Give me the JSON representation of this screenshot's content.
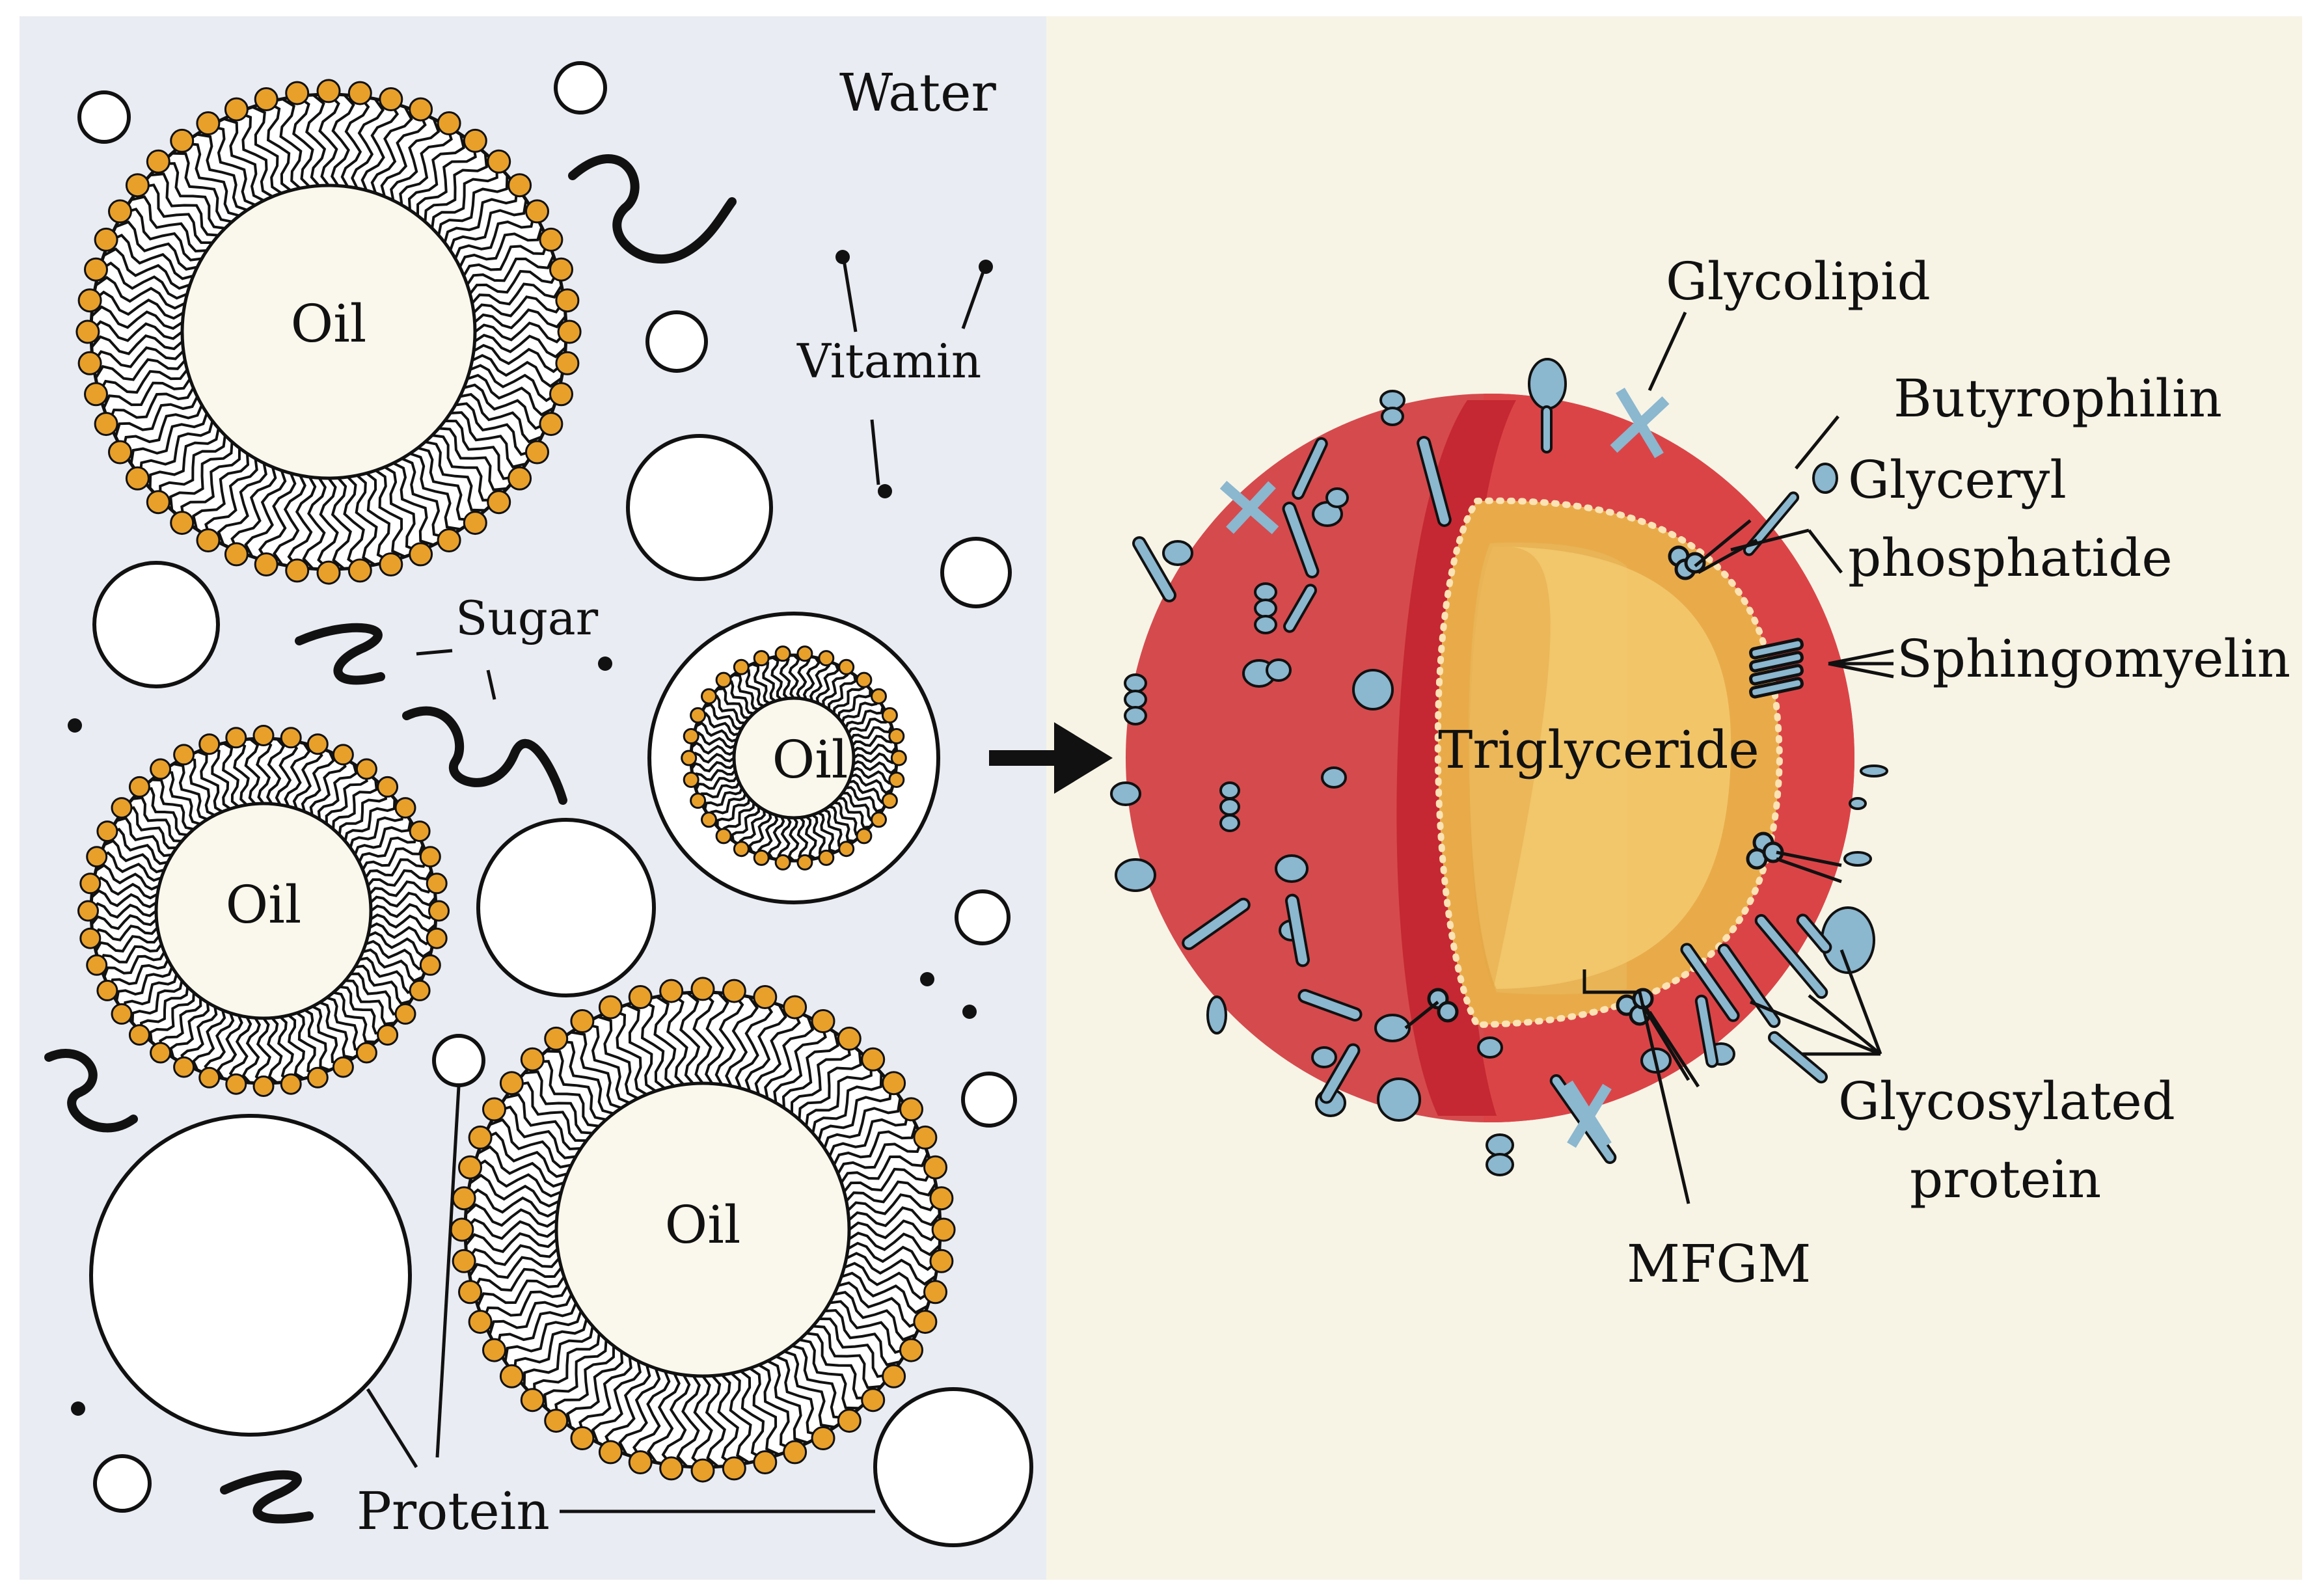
{
  "labels": {
    "water": "Water",
    "vitamin": "Vitamin",
    "sugar": "Sugar",
    "oil": "Oil",
    "protein": "Protein",
    "triglyceride": "Triglyceride",
    "glycolipid": "Glycolipid",
    "butyrophilin": "Butyrophilin",
    "glyceryl_phosphatide_line1": "Glyceryl",
    "glyceryl_phosphatide_line2": "phosphatide",
    "sphingomyelin": "Sphingomyelin",
    "glycosylated_protein_line1": "Glycosylated",
    "glycosylated_protein_line2": "protein",
    "mfgm": "MFGM"
  },
  "colors": {
    "left_panel_bg": "#e9ecf2",
    "right_panel_bg": "#f7f4e6",
    "head_group": "#e8a02a",
    "oil_core": "#faf7ec",
    "mfgm_red": "#db4447",
    "mfgm_dark_red": "#c52832",
    "triglyceride_outer": "#e9ab49",
    "triglyceride_inner": "#f3c96f",
    "membrane_protein": "#8bb7cf"
  }
}
